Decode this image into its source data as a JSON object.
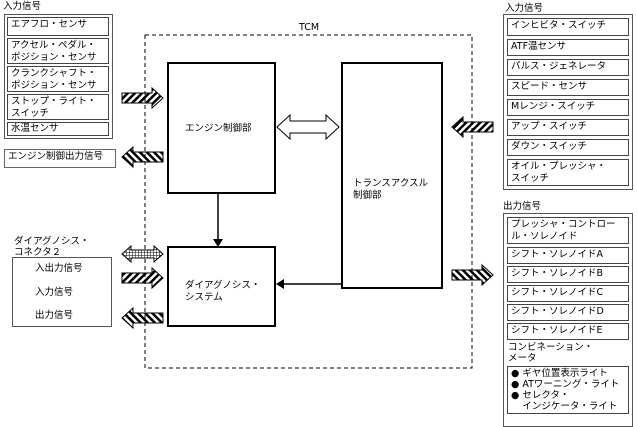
{
  "left_inputs": {
    "title": "入力信号",
    "items": [
      "エアフロ・センサ",
      "アクセル・ペダル・\nポジション・センサ",
      "クランクシャフト・\nポジション・センサ",
      "ストップ・ライト・\nスイッチ",
      "水温センサ"
    ]
  },
  "engine_output": "エンジン制御出力信号",
  "tcm": {
    "label": "TCM",
    "engine_block": "エンジン制御部",
    "transaxle_block": "トランスアクスル\n制御部",
    "diag_block": "ダイアグノシス・\nシステム"
  },
  "diag_connector": {
    "title": "ダイアグノシス・\nコネクタ２",
    "signals": [
      "入出力信号",
      "入力信号",
      "出力信号"
    ]
  },
  "right_inputs": {
    "title": "入力信号",
    "items": [
      "インヒビタ・スイッチ",
      "ATF温センサ",
      "パルス・ジェネレータ",
      "スピード・センサ",
      "Mレンジ・スイッチ",
      "アップ・スイッチ",
      "ダウン・スイッチ",
      "オイル・プレッシャ・\nスイッチ"
    ]
  },
  "outputs": {
    "title": "出力信号",
    "items": [
      "プレッシャ・コントロー\nル・ソレノイド",
      "シフト・ソレノイドA",
      "シフト・ソレノイドB",
      "シフト・ソレノイドC",
      "シフト・ソレノイドD",
      "シフト・ソレノイドE"
    ],
    "meter": {
      "label": "コンビネーション・\nメータ",
      "lights": [
        "ギヤ位置表示ライト",
        "ATワーニング・ライト",
        "セレクタ・\nインジケータ・ライト"
      ]
    }
  }
}
